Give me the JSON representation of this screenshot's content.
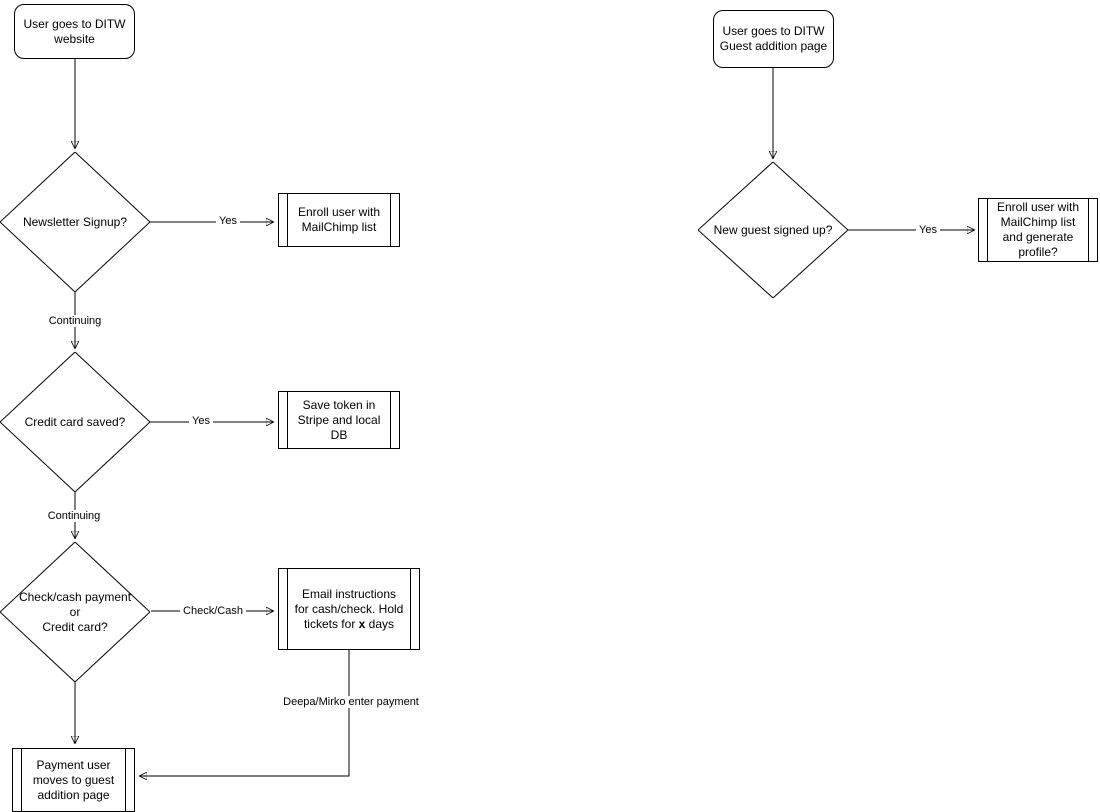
{
  "diagram": {
    "left_flow": {
      "start": "User goes to DITW\nwebsite",
      "decision_newsletter": "Newsletter Signup?",
      "process_enroll": "Enroll user with\nMailChimp list",
      "edge_yes_1": "Yes",
      "edge_continuing_1": "Continuing",
      "decision_credit_card": "Credit card saved?",
      "process_save_token": "Save token in\nStripe and local\nDB",
      "edge_yes_2": "Yes",
      "edge_continuing_2": "Continuing",
      "decision_payment": "Check/cash payment\nor\nCredit card?",
      "process_email_prefix": "Email instructions\nfor cash/check. Hold\ntickets for ",
      "process_email_bold": "x",
      "process_email_suffix": " days",
      "edge_check_cash": "Check/Cash",
      "edge_deepa_mirko": "Deepa/Mirko enter payment",
      "end": "Payment user\nmoves to guest\naddition page"
    },
    "right_flow": {
      "start": "User goes to DITW\nGuest addition page",
      "decision_new_guest": "New guest signed up?",
      "process_enroll_profile": "Enroll user with\nMailChimp list\nand generate\nprofile?",
      "edge_yes": "Yes"
    }
  }
}
